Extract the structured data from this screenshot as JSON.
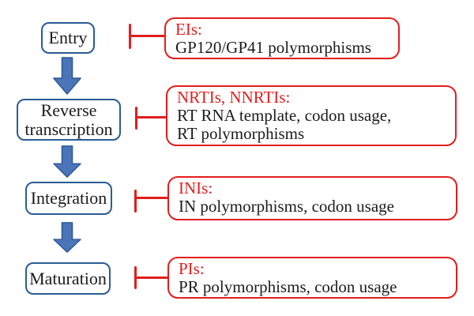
{
  "figure": {
    "stages": [
      {
        "label": "Entry"
      },
      {
        "label": "Reverse transcription"
      },
      {
        "label": "Integration"
      },
      {
        "label": "Maturation"
      }
    ],
    "inhibitors": [
      {
        "title": "EIs:",
        "lines": [
          "GP120/GP41 polymorphisms"
        ]
      },
      {
        "title": "NRTIs, NNRTIs:",
        "lines": [
          "RT RNA template, codon usage,",
          "RT polymorphisms"
        ]
      },
      {
        "title": "INIs:",
        "lines": [
          "IN polymorphisms, codon usage"
        ]
      },
      {
        "title": "PIs:",
        "lines": [
          "PR polymorphisms, codon usage"
        ]
      }
    ]
  },
  "colors": {
    "stage_border": "#2b5c94",
    "arrow_fill": "#4a75b8",
    "arrow_stroke": "#30599a",
    "inhibitor_red": "#e21d1d",
    "text": "#1c1c1c",
    "background": "#ffffff"
  }
}
